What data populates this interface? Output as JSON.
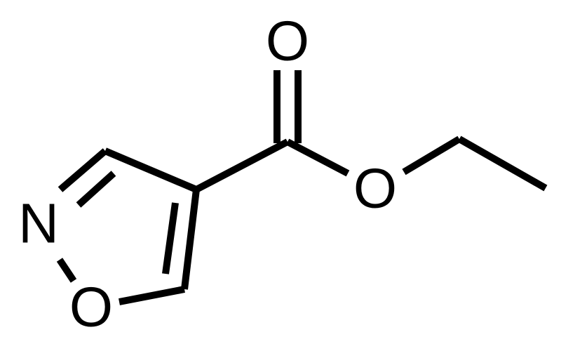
{
  "molecule": {
    "atoms": {
      "carbonyl_oxygen": "O",
      "ester_oxygen": "O",
      "ring_nitrogen": "N",
      "ring_oxygen": "O"
    },
    "bond_color": "#000000"
  }
}
